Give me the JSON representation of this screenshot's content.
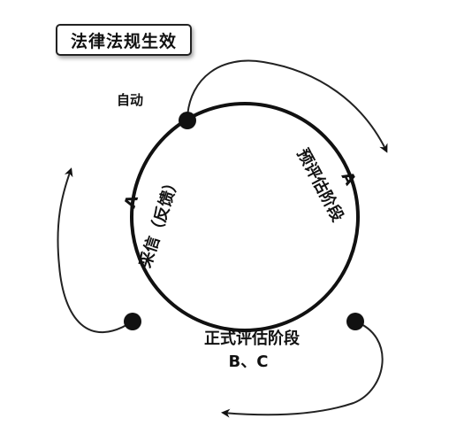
{
  "title": "法律法规生效",
  "labels": {
    "auto": "自动",
    "pre_eval": "预评估阶段",
    "pre_eval_letter": "A",
    "adopt": "采信（反馈）",
    "adopt_letter": "A",
    "formal_eval": "正式评估阶段",
    "formal_eval_letters": "B、C"
  },
  "colors": {
    "stroke": "#111111",
    "node": "#111111",
    "background": "#ffffff"
  }
}
